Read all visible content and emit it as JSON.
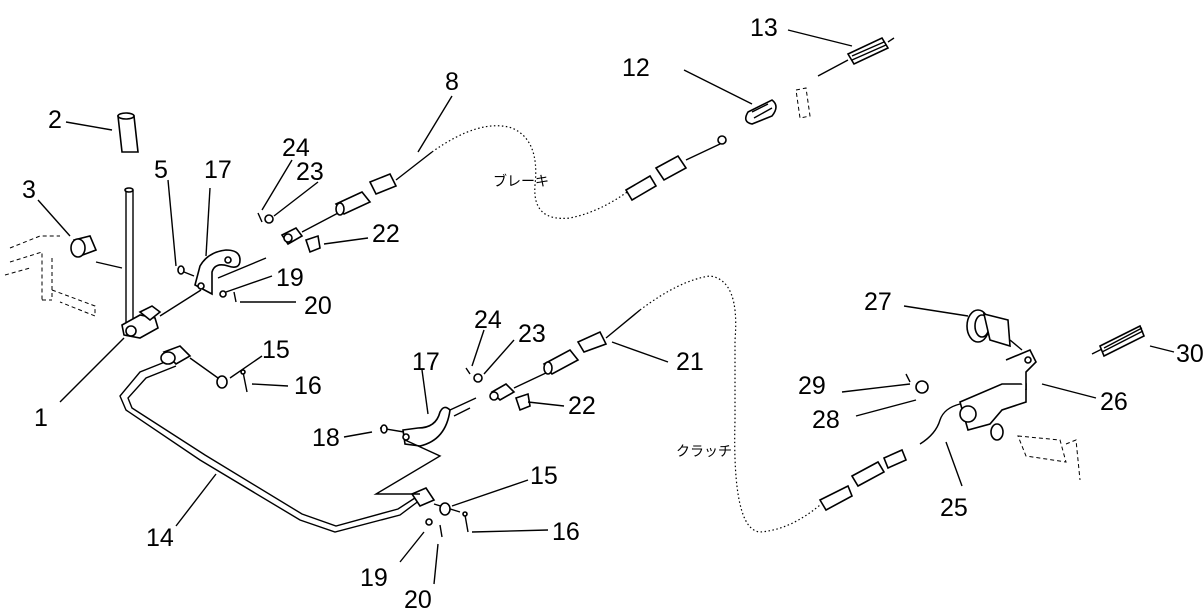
{
  "callouts": {
    "c1": "1",
    "c2": "2",
    "c3": "3",
    "c5": "5",
    "c8": "8",
    "c12": "12",
    "c13": "13",
    "c14": "14",
    "c15a": "15",
    "c15b": "15",
    "c16a": "16",
    "c16b": "16",
    "c17a": "17",
    "c17b": "17",
    "c18": "18",
    "c19a": "19",
    "c19b": "19",
    "c20a": "20",
    "c20b": "20",
    "c21": "21",
    "c22a": "22",
    "c22b": "22",
    "c23a": "23",
    "c23b": "23",
    "c24a": "24",
    "c24b": "24",
    "c25": "25",
    "c26": "26",
    "c27": "27",
    "c28": "28",
    "c29": "29",
    "c30": "30"
  },
  "cable_labels": {
    "brake": "ブレーキ",
    "clutch": "クラッチ"
  }
}
